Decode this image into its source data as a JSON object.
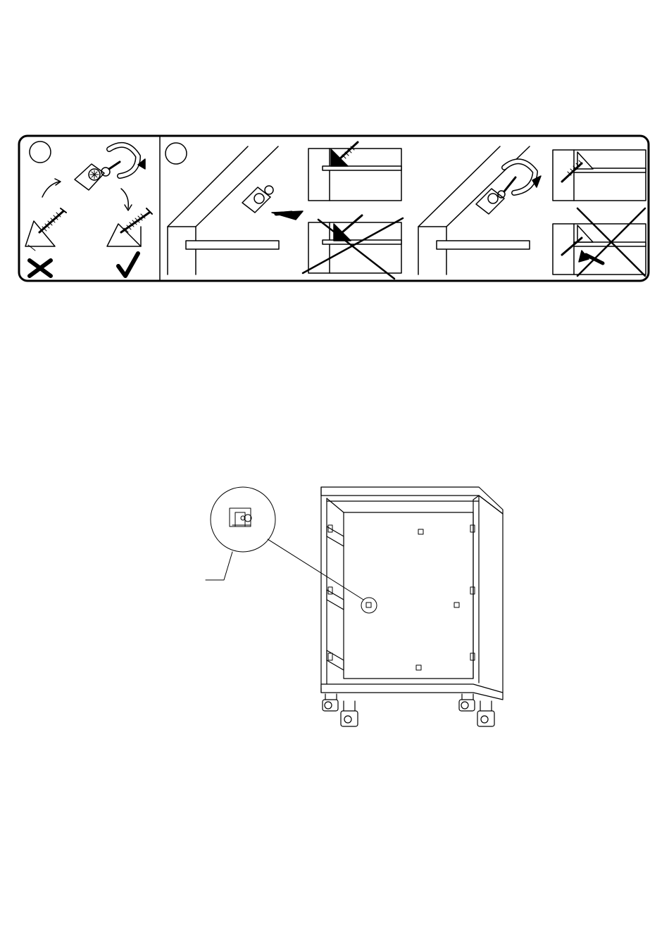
{
  "instruction_panel": {
    "step_markers": [
      "",
      ""
    ],
    "left_section": {
      "wrong_mark": "cross",
      "right_mark": "check"
    },
    "correct_usage_icons": [
      "arrow-icon",
      "screwdriver-rotation-icon"
    ],
    "incorrect_usage_icons": [
      "prohibition-cross"
    ]
  },
  "cabinet_diagram": {
    "callout": "magnified-bracket-detail",
    "caster_count": 4
  },
  "colors": {
    "ink": "#000000",
    "paper": "#ffffff"
  }
}
